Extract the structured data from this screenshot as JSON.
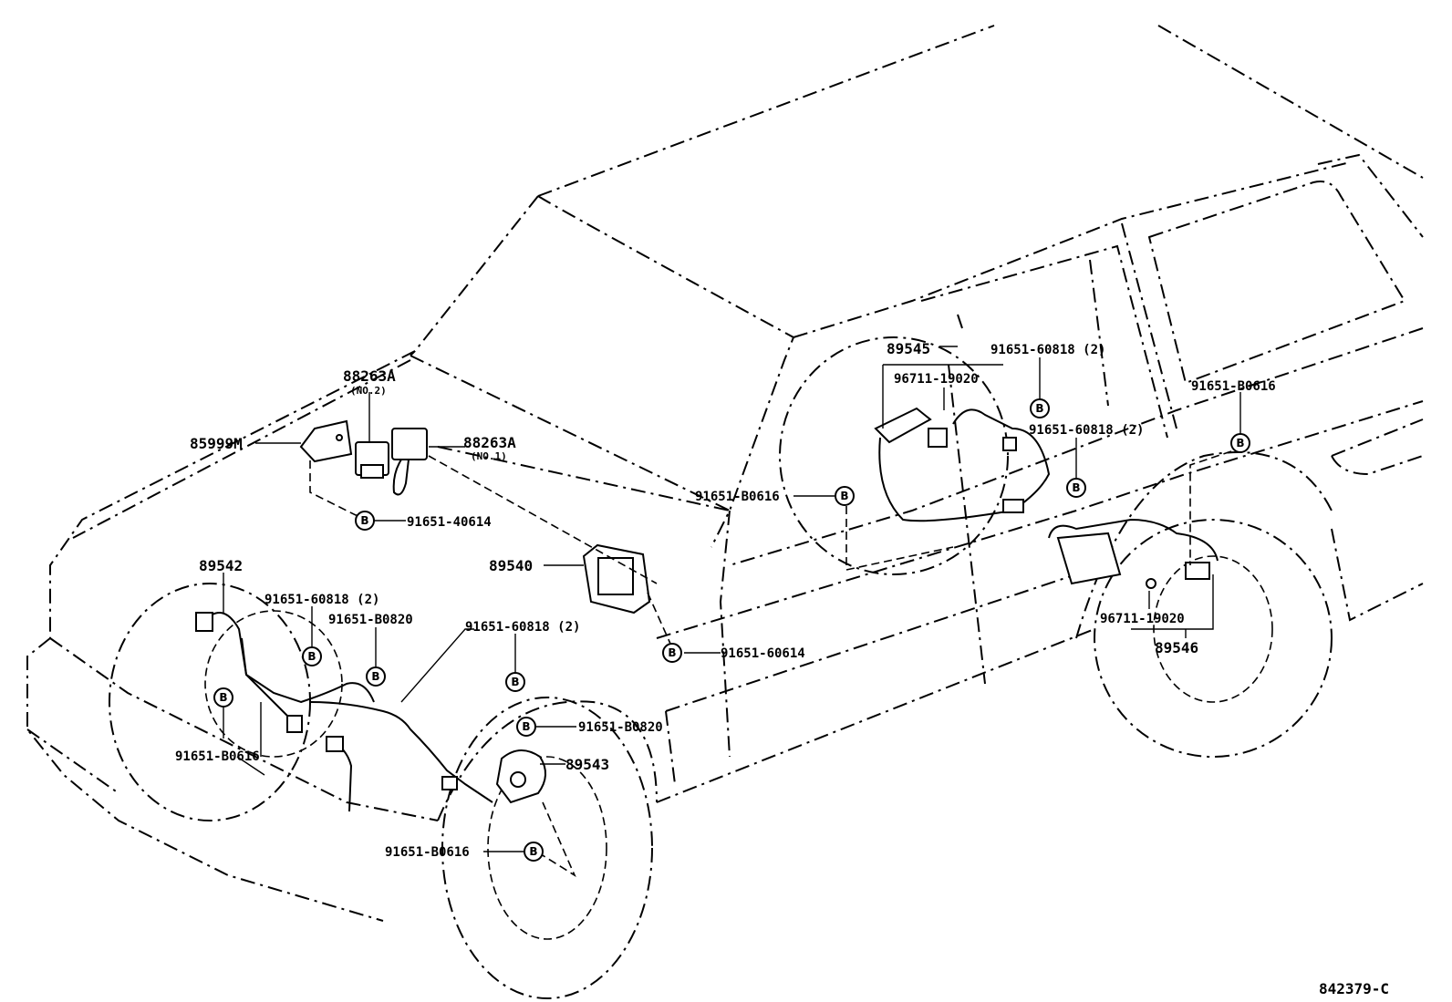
{
  "labels": {
    "p85999M": "85999M",
    "p88263A_no2": "88263A",
    "p88263A_no2_sub": "(NO.2)",
    "p88263A_no1": "88263A",
    "p88263A_no1_sub": "(NO.1)",
    "b91651_40614": "91651-40614",
    "p89542": "89542",
    "b91651_60818_front": "91651-60818 (2)",
    "b91651_B0820_front": "91651-B0820",
    "b91651_B0616_front_left": "91651-B0616",
    "p89540": "89540",
    "b91651_60818_center": "91651-60818 (2)",
    "b91651_60614": "91651-60614",
    "b91651_B0820_right": "91651-B0820",
    "p89543": "89543",
    "b91651_B0616_front_right": "91651-B0616",
    "b91651_B0616_middle": "91651-B0616",
    "p89545": "89545",
    "p96711_19020_upper": "96711-19020",
    "b91651_60818_upper": "91651-60818 (2)",
    "b91651_60818_rear": "91651-60818 (2)",
    "b91651_B0616_rear": "91651-B0616",
    "p96711_19020_lower": "96711-19020",
    "p89546": "89546",
    "diagram_number": "842379-C"
  },
  "bolt_marker": "B"
}
